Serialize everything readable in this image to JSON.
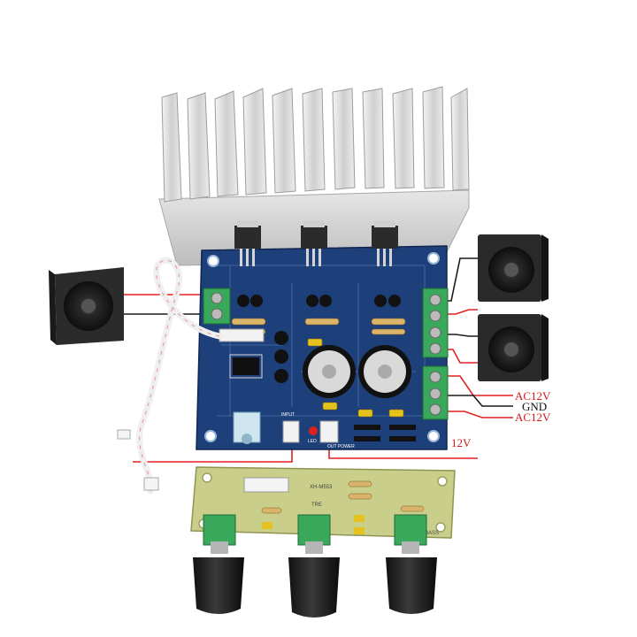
{
  "labels": {
    "ac_top": "AC12V",
    "gnd": "GND",
    "ac_bottom": "AC12V",
    "dc": "12V"
  },
  "board_print": {
    "main_input": "INPUT",
    "out_power": "OUT POWER",
    "led": "LED",
    "tone_board_model": "XH-M553",
    "treble": "TRE",
    "bass": "BASS"
  },
  "colors": {
    "wire_red": "#e02020",
    "wire_black": "#1a1a1a",
    "pcb_blue": "#1d3f7a",
    "pcb_green": "#c9cf8a",
    "heatsink": "#d8d8d8",
    "terminal_green": "#3aa85a"
  },
  "icons": [
    "speaker-left",
    "speaker-right-top",
    "speaker-right-bottom",
    "heatsink",
    "amplifier-board",
    "tone-board",
    "cable"
  ]
}
